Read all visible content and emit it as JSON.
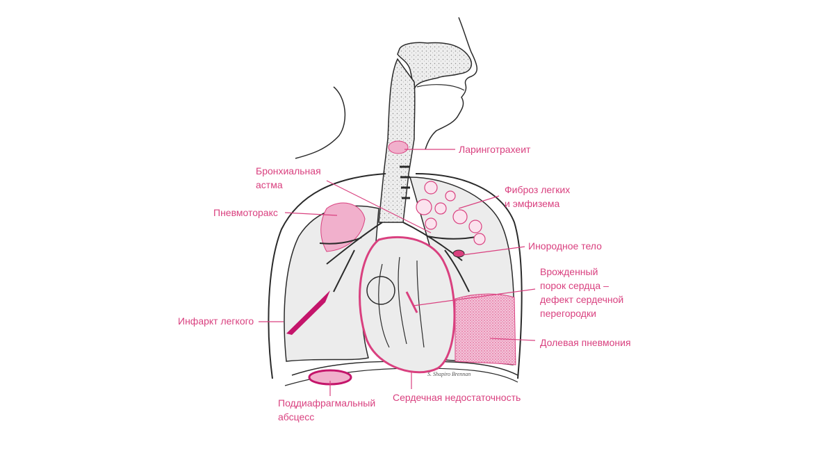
{
  "labels": {
    "laryngotracheitis": [
      "Ларинготрахеит"
    ],
    "bronchial_asthma": [
      "Бронхиальная",
      "астма"
    ],
    "fibrosis": [
      "Фиброз легких",
      "и эмфизема"
    ],
    "pneumothorax": [
      "Пневмоторакс"
    ],
    "foreign_body": [
      "Инородное тело"
    ],
    "congenital_defect": [
      "Врожденный",
      "порок сердца –",
      "дефект сердечной",
      "перегородки"
    ],
    "lung_infarction": [
      "Инфаркт легкого"
    ],
    "lobar_pneumonia": [
      "Долевая пневмония"
    ],
    "subphrenic_abscess": [
      "Поддиафрагмальный",
      "абсцесс"
    ],
    "heart_failure": [
      "Сердечная недостаточность"
    ]
  },
  "colors": {
    "accent": "#d9407f",
    "ink": "#2a2a2a",
    "tissue": "#ececec",
    "pink_fill": "#c4156b"
  }
}
